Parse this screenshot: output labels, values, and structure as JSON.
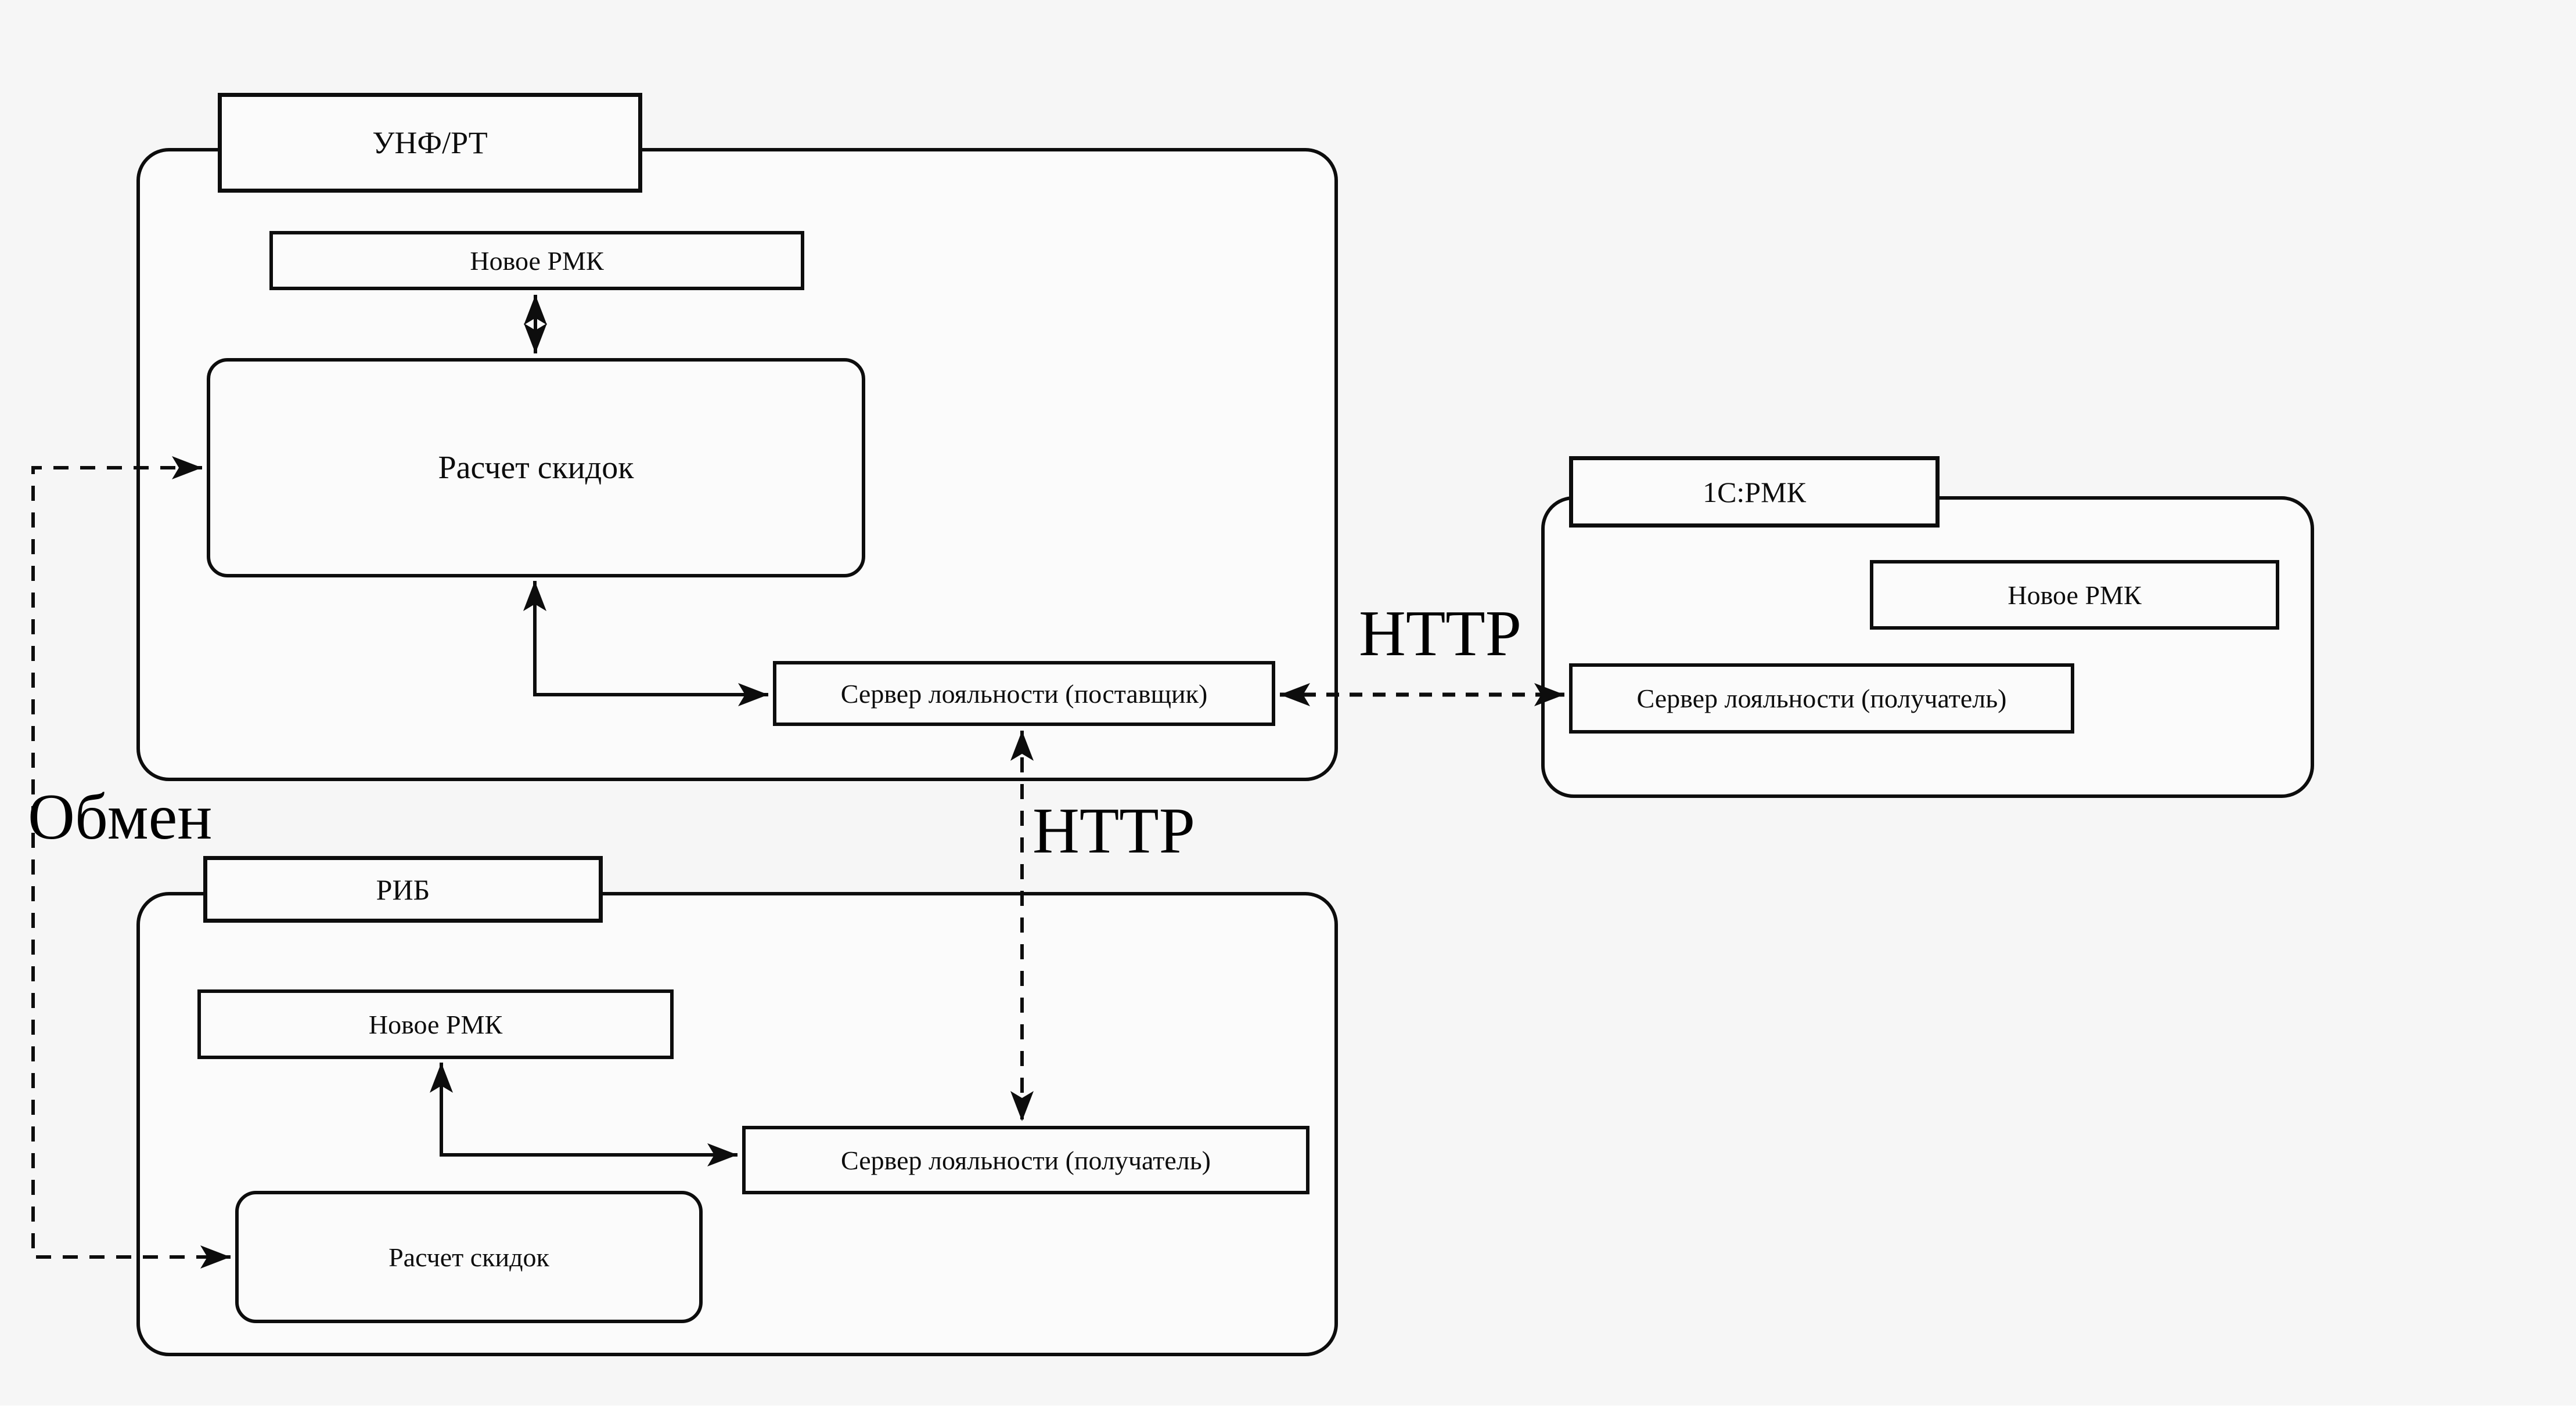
{
  "page": {
    "background": "#f6f6f6",
    "ink": "#0d0d0d",
    "box_fill": "#fbfbfb"
  },
  "groups": {
    "unf": {
      "title": "УНФ/РТ",
      "new_rmk": "Новое РМК",
      "discount_calc": "Расчет скидок",
      "loyalty_server": "Сервер лояльности (поставщик)"
    },
    "rmk1c": {
      "title": "1С:РМК",
      "new_rmk": "Новое РМК",
      "loyalty_server": "Сервер лояльности (получатель)"
    },
    "rib": {
      "title": "РИБ",
      "new_rmk": "Новое РМК",
      "loyalty_server": "Сервер лояльности (получатель)",
      "discount_calc": "Расчет скидок"
    }
  },
  "edge_labels": {
    "exchange": "Обмен",
    "http_right": "HTTP",
    "http_vertical": "HTTP"
  },
  "connections": [
    {
      "from": "unf.new_rmk",
      "to": "unf.discount_calc",
      "style": "solid",
      "heads": "both",
      "label": ""
    },
    {
      "from": "unf.discount_calc",
      "to": "unf.loyalty_server",
      "style": "solid",
      "heads": "both",
      "label": ""
    },
    {
      "from": "rib.new_rmk",
      "to": "rib.loyalty_server",
      "style": "solid",
      "heads": "both",
      "label": ""
    },
    {
      "from": "unf.discount_calc",
      "to": "rib.discount_calc",
      "style": "dashed",
      "heads": "both",
      "label": "Обмен"
    },
    {
      "from": "unf.loyalty_server",
      "to": "rmk1c.loyalty_server",
      "style": "dashed",
      "heads": "both",
      "label": "HTTP"
    },
    {
      "from": "unf.loyalty_server",
      "to": "rib.loyalty_server",
      "style": "dashed",
      "heads": "both",
      "label": "HTTP"
    }
  ]
}
